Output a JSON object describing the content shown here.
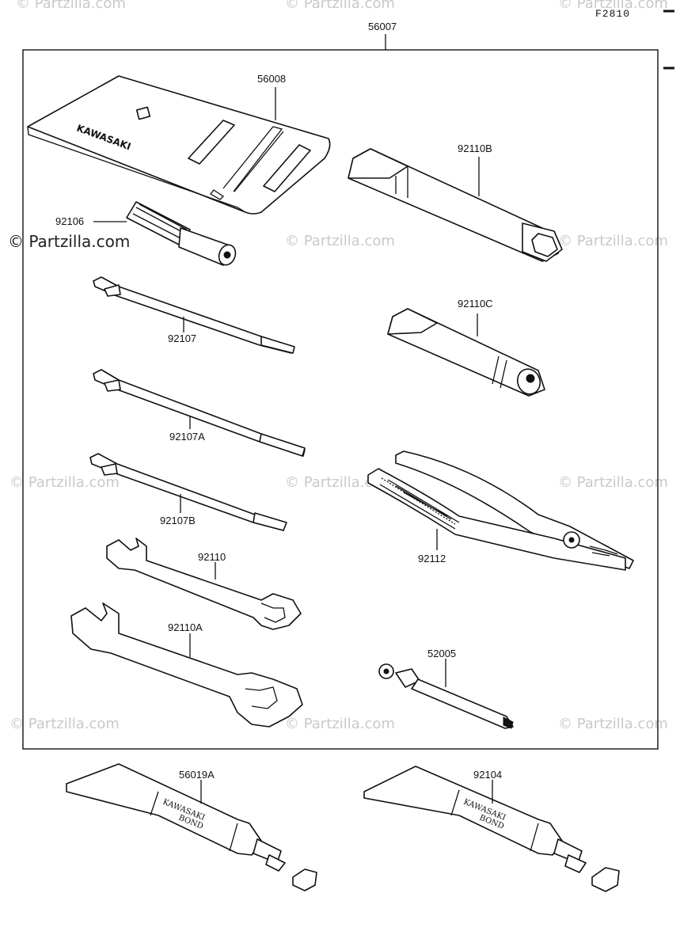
{
  "figure_code": "F2810",
  "watermark": "© Partzilla.com",
  "brand_text": "KAWASAKI",
  "tube_text": {
    "line1": "KAWASAKI",
    "line2": "BOND"
  },
  "parts": {
    "p56007": "56007",
    "p56008": "56008",
    "p92106": "92106",
    "p92110B": "92110B",
    "p92107": "92107",
    "p92110C": "92110C",
    "p92107A": "92107A",
    "p92107B": "92107B",
    "p92112": "92112",
    "p92110": "92110",
    "p92110A": "92110A",
    "p52005": "52005",
    "p56019A": "56019A",
    "p92104": "92104"
  }
}
